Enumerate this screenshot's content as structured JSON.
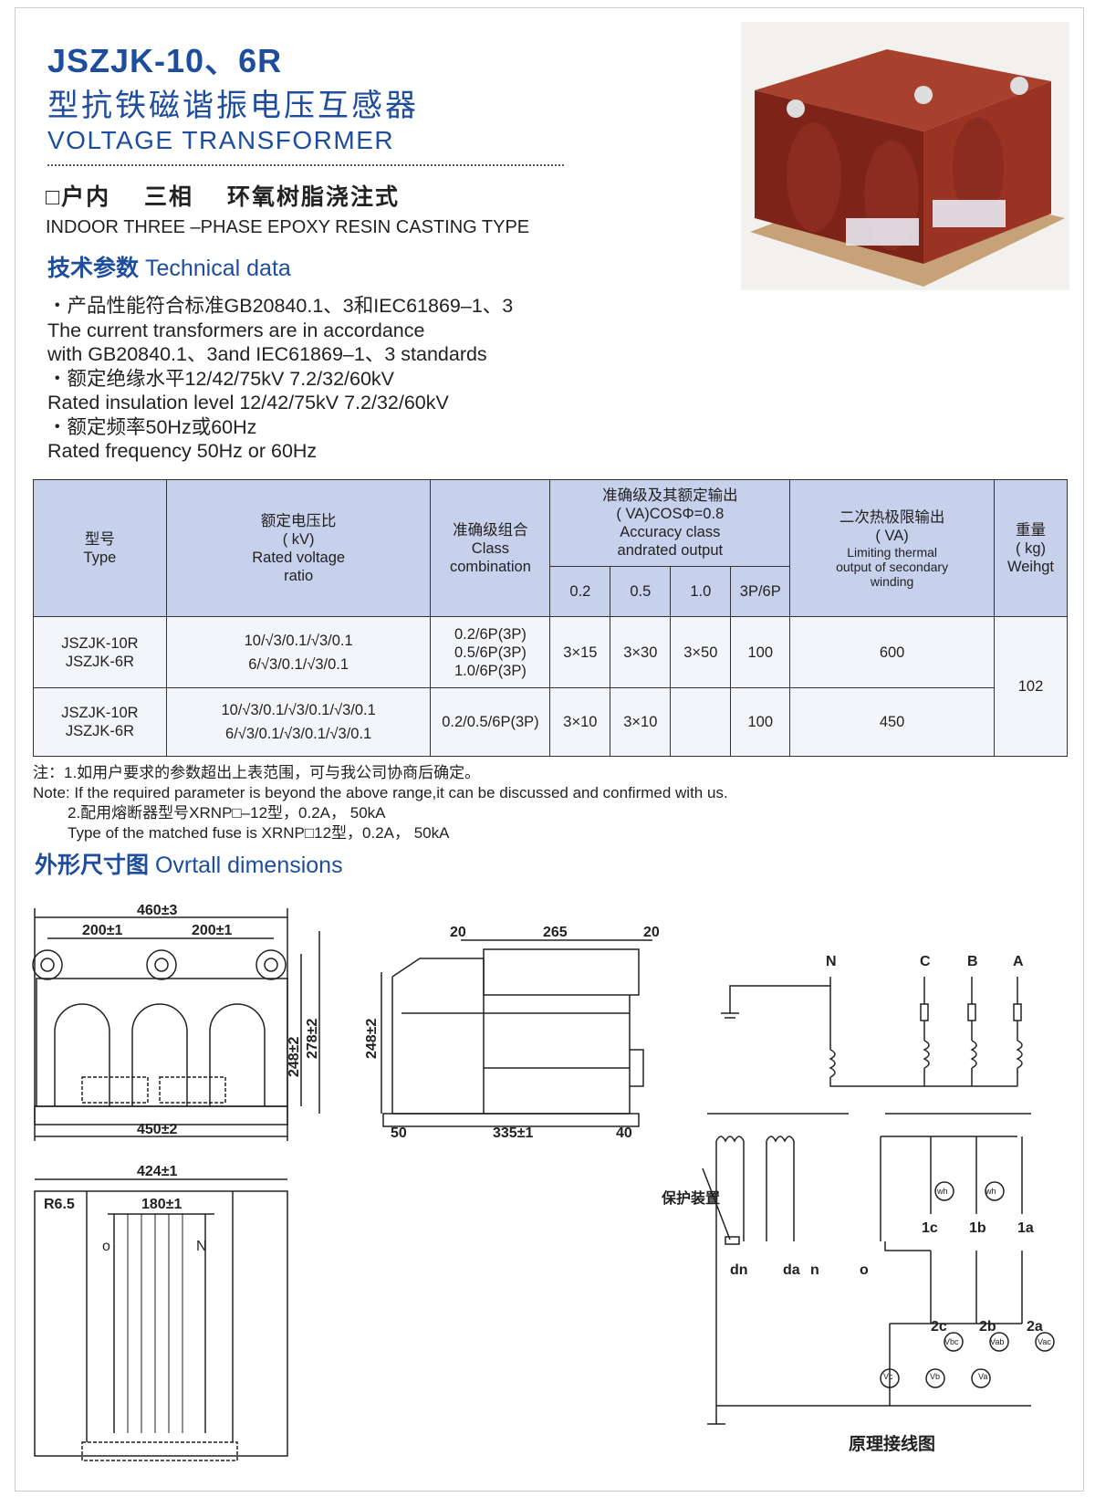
{
  "header": {
    "model": "JSZJK-10、6R",
    "title_cn": "型抗铁磁谐振电压互感器",
    "title_en": "VOLTAGE  TRANSFORMER",
    "type_cn": "□户内  三相  环氧树脂浇注式",
    "type_en": "INDOOR THREE –PHASE EPOXY RESIN CASTING TYPE"
  },
  "tech": {
    "heading_cn": "技术参数",
    "heading_en": " Technical data",
    "lines": [
      "・产品性能符合标准GB20840.1、3和IEC61869–1、3",
      "The current transformers are in accordance",
      "with GB20840.1、3and IEC61869–1、3 standards",
      "・额定绝缘水平12/42/75kV 7.2/32/60kV",
      "Rated insulation level 12/42/75kV 7.2/32/60kV",
      "・额定频率50Hz或60Hz",
      "Rated frequency 50Hz or 60Hz"
    ]
  },
  "table": {
    "h_type": [
      "型号",
      "Type"
    ],
    "h_ratio": [
      "额定电压比",
      "( kV)",
      "Rated voltage",
      "ratio"
    ],
    "h_class": [
      "准确级组合",
      "Class",
      "combination"
    ],
    "h_acc": [
      "准确级及其额定输出",
      "( VA)COSΦ=0.8",
      "Accuracy class",
      "andrated output"
    ],
    "h_sub": [
      "0.2",
      "0.5",
      "1.0",
      "3P/6P"
    ],
    "h_therm": [
      "二次热极限输出",
      "( VA)",
      "Limiting thermal",
      "output of secondary",
      "winding"
    ],
    "h_weight": [
      "重量",
      "( kg)",
      "Weihgt"
    ],
    "rows": [
      {
        "type": [
          "JSZJK-10R",
          "JSZJK-6R"
        ],
        "ratio": [
          "10/√3/0.1/√3/0.1",
          "6/√3/0.1/√3/0.1"
        ],
        "class": [
          "0.2/6P(3P)",
          "0.5/6P(3P)",
          "1.0/6P(3P)"
        ],
        "v02": "3×15",
        "v05": "3×30",
        "v10": "3×50",
        "v3p": "100",
        "therm": "600"
      },
      {
        "type": [
          "JSZJK-10R",
          "JSZJK-6R"
        ],
        "ratio": [
          "10/√3/0.1/√3/0.1/√3/0.1",
          "6/√3/0.1/√3/0.1/√3/0.1"
        ],
        "class": [
          "0.2/0.5/6P(3P)"
        ],
        "v02": "3×10",
        "v05": "3×10",
        "v10": "",
        "v3p": "100",
        "therm": "450"
      }
    ],
    "weight": "102"
  },
  "notes": [
    "注：1.如用户要求的参数超出上表范围，可与我公司协商后确定。",
    "Note: If the required parameter is beyond the above range,it can be discussed and confirmed with us.",
    "2.配用熔断器型号XRNP□–12型，0.2A， 50kA",
    "Type of the matched fuse is XRNP□12型，0.2A， 50kA"
  ],
  "dims": {
    "heading_cn": "外形尺寸图",
    "heading_en": " Ovrtall dimensions",
    "front": [
      "460±3",
      "200±1",
      "200±1",
      "248±2",
      "278±2",
      "450±2"
    ],
    "side": [
      "20",
      "265",
      "20",
      "248±2",
      "50",
      "335±1",
      "40"
    ],
    "bottom": [
      "424±1",
      "R6.5",
      "180±1",
      "o",
      "N"
    ],
    "circuit": {
      "terminals": [
        "N",
        "C",
        "B",
        "A",
        "dn",
        "da",
        "n",
        "o",
        "1c",
        "1b",
        "1a",
        "2c",
        "2b",
        "2a",
        "Vbc",
        "Vab",
        "Vac",
        "Vc",
        "Vb",
        "Va",
        "wh",
        "wh"
      ],
      "protect": "保护装置",
      "caption": "原理接线图"
    }
  }
}
